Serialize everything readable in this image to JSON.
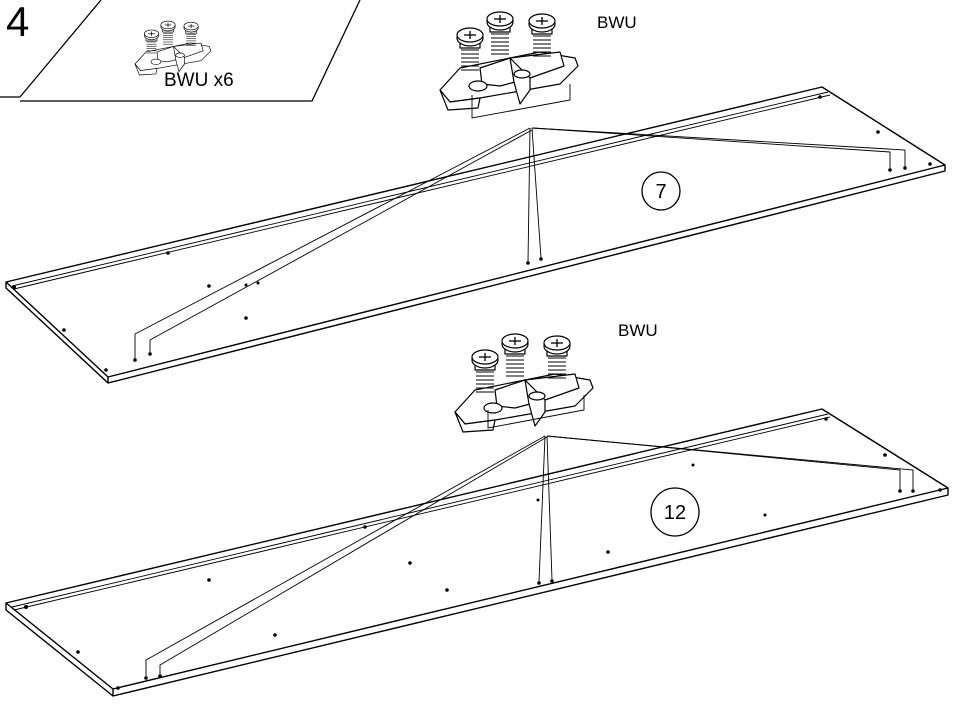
{
  "step": {
    "number": "4"
  },
  "parts_box": {
    "label": "BWU x6"
  },
  "panels": [
    {
      "part_label": "BWU",
      "panel_number": "7"
    },
    {
      "part_label": "BWU",
      "panel_number": "12"
    }
  ],
  "colors": {
    "line": "#000000",
    "background": "#ffffff"
  }
}
